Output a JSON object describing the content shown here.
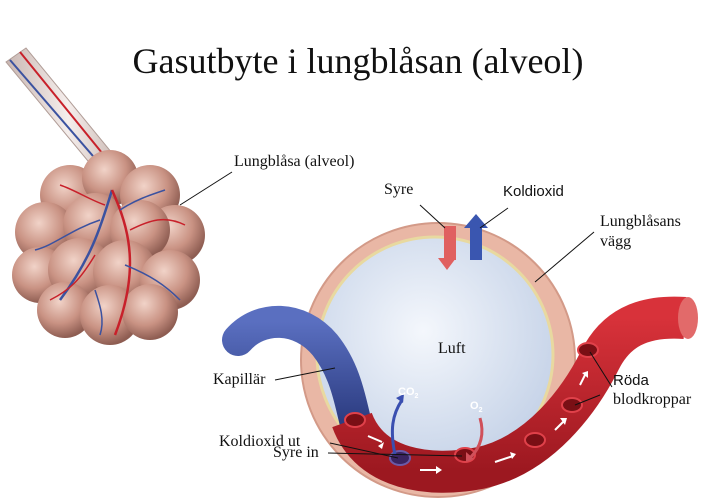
{
  "title": "Gasutbyte i lungblåsan (alveol)",
  "labels": {
    "alveol": "Lungblåsa (alveol)",
    "syre_top": "Syre",
    "koldioxid_top": "Koldioxid",
    "wall_line1": "Lungblåsans",
    "wall_line2": "vägg",
    "luft": "Luft",
    "kapillar": "Kapillär",
    "roda_line1": "Röda",
    "roda_line2": "blodkroppar",
    "koldioxid_ut": "Koldioxid ut",
    "syre_in": "Syre in",
    "co2": "CO",
    "co2_sub": "2",
    "o2": "O",
    "o2_sub": "2"
  },
  "colors": {
    "oxygenated": "#c8202a",
    "deoxygenated": "#3a4f9a",
    "alveolus_tissue": "#d49a8c",
    "air": "#dfe6f2",
    "wall": "#e8b8a6"
  }
}
